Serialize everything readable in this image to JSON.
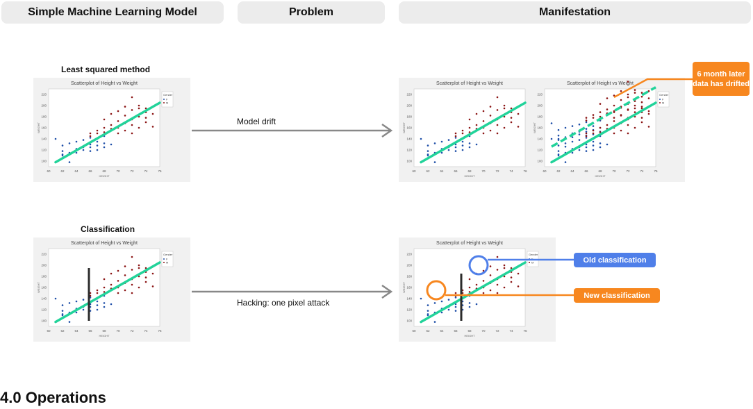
{
  "headers": {
    "model": "Simple Machine Learning Model",
    "problem": "Problem",
    "manifestation": "Manifestation"
  },
  "rows": {
    "drift": {
      "title": "Least squared method",
      "arrow_label": "Model drift",
      "callout": "6 month later data has drifted"
    },
    "hacking": {
      "title": "Classification",
      "arrow_label": "Hacking: one pixel attack",
      "callout_old": "Old classification",
      "callout_new": "New classification"
    }
  },
  "footer": {
    "section_title": "4.0 Operations"
  },
  "colors": {
    "regression_line": "#22d39a",
    "female_points": "#1f4fa8",
    "male_points": "#8b1414",
    "callout_orange": "#f7871f",
    "callout_blue": "#4f7fe9",
    "boundary": "#2b2b2b"
  },
  "chart_data": [
    {
      "type": "scatter",
      "title": "Scatterplot of Height vs Weight",
      "xlabel": "HEIGHT",
      "ylabel": "WEIGHT",
      "xlim": [
        60,
        76
      ],
      "ylim": [
        90,
        230
      ],
      "x_ticks": [
        "60",
        "62",
        "64",
        "66",
        "68",
        "70",
        "72",
        "74",
        "76"
      ],
      "y_ticks": [
        "100",
        "120",
        "140",
        "160",
        "180",
        "200",
        "220"
      ],
      "legend_title": "Gender",
      "legend": [
        "F",
        "M"
      ],
      "fit_line": {
        "x": [
          61,
          76
        ],
        "y": [
          98,
          205
        ]
      },
      "series": [
        {
          "name": "F",
          "points": [
            [
              61,
              140
            ],
            [
              62,
              128
            ],
            [
              62,
              118
            ],
            [
              62,
              112
            ],
            [
              62,
              110
            ],
            [
              63,
              132
            ],
            [
              63,
              115
            ],
            [
              63,
              98
            ],
            [
              64,
              135
            ],
            [
              64,
              122
            ],
            [
              64,
              115
            ],
            [
              65,
              138
            ],
            [
              65,
              125
            ],
            [
              65,
              120
            ],
            [
              66,
              142
            ],
            [
              66,
              130
            ],
            [
              66,
              125
            ],
            [
              66,
              118
            ],
            [
              67,
              140
            ],
            [
              67,
              135
            ],
            [
              67,
              128
            ],
            [
              67,
              120
            ],
            [
              68,
              145
            ],
            [
              68,
              132
            ],
            [
              68,
              125
            ],
            [
              69,
              130
            ]
          ]
        },
        {
          "name": "M",
          "points": [
            [
              66,
              145
            ],
            [
              66,
              150
            ],
            [
              67,
              150
            ],
            [
              67,
              155
            ],
            [
              68,
              160
            ],
            [
              68,
              152
            ],
            [
              68,
              175
            ],
            [
              69,
              165
            ],
            [
              69,
              158
            ],
            [
              69,
              185
            ],
            [
              70,
              172
            ],
            [
              70,
              160
            ],
            [
              70,
              190
            ],
            [
              70,
              150
            ],
            [
              71,
              168
            ],
            [
              71,
              182
            ],
            [
              71,
              198
            ],
            [
              71,
              155
            ],
            [
              72,
              175
            ],
            [
              72,
              192
            ],
            [
              72,
              215
            ],
            [
              72,
              165
            ],
            [
              72,
              150
            ],
            [
              73,
              180
            ],
            [
              73,
              160
            ],
            [
              73,
              200
            ],
            [
              73,
              195
            ],
            [
              74,
              178
            ],
            [
              74,
              170
            ],
            [
              74,
              188
            ],
            [
              74,
              195
            ],
            [
              75,
              185
            ],
            [
              75,
              162
            ],
            [
              75,
              198
            ]
          ]
        }
      ]
    }
  ]
}
